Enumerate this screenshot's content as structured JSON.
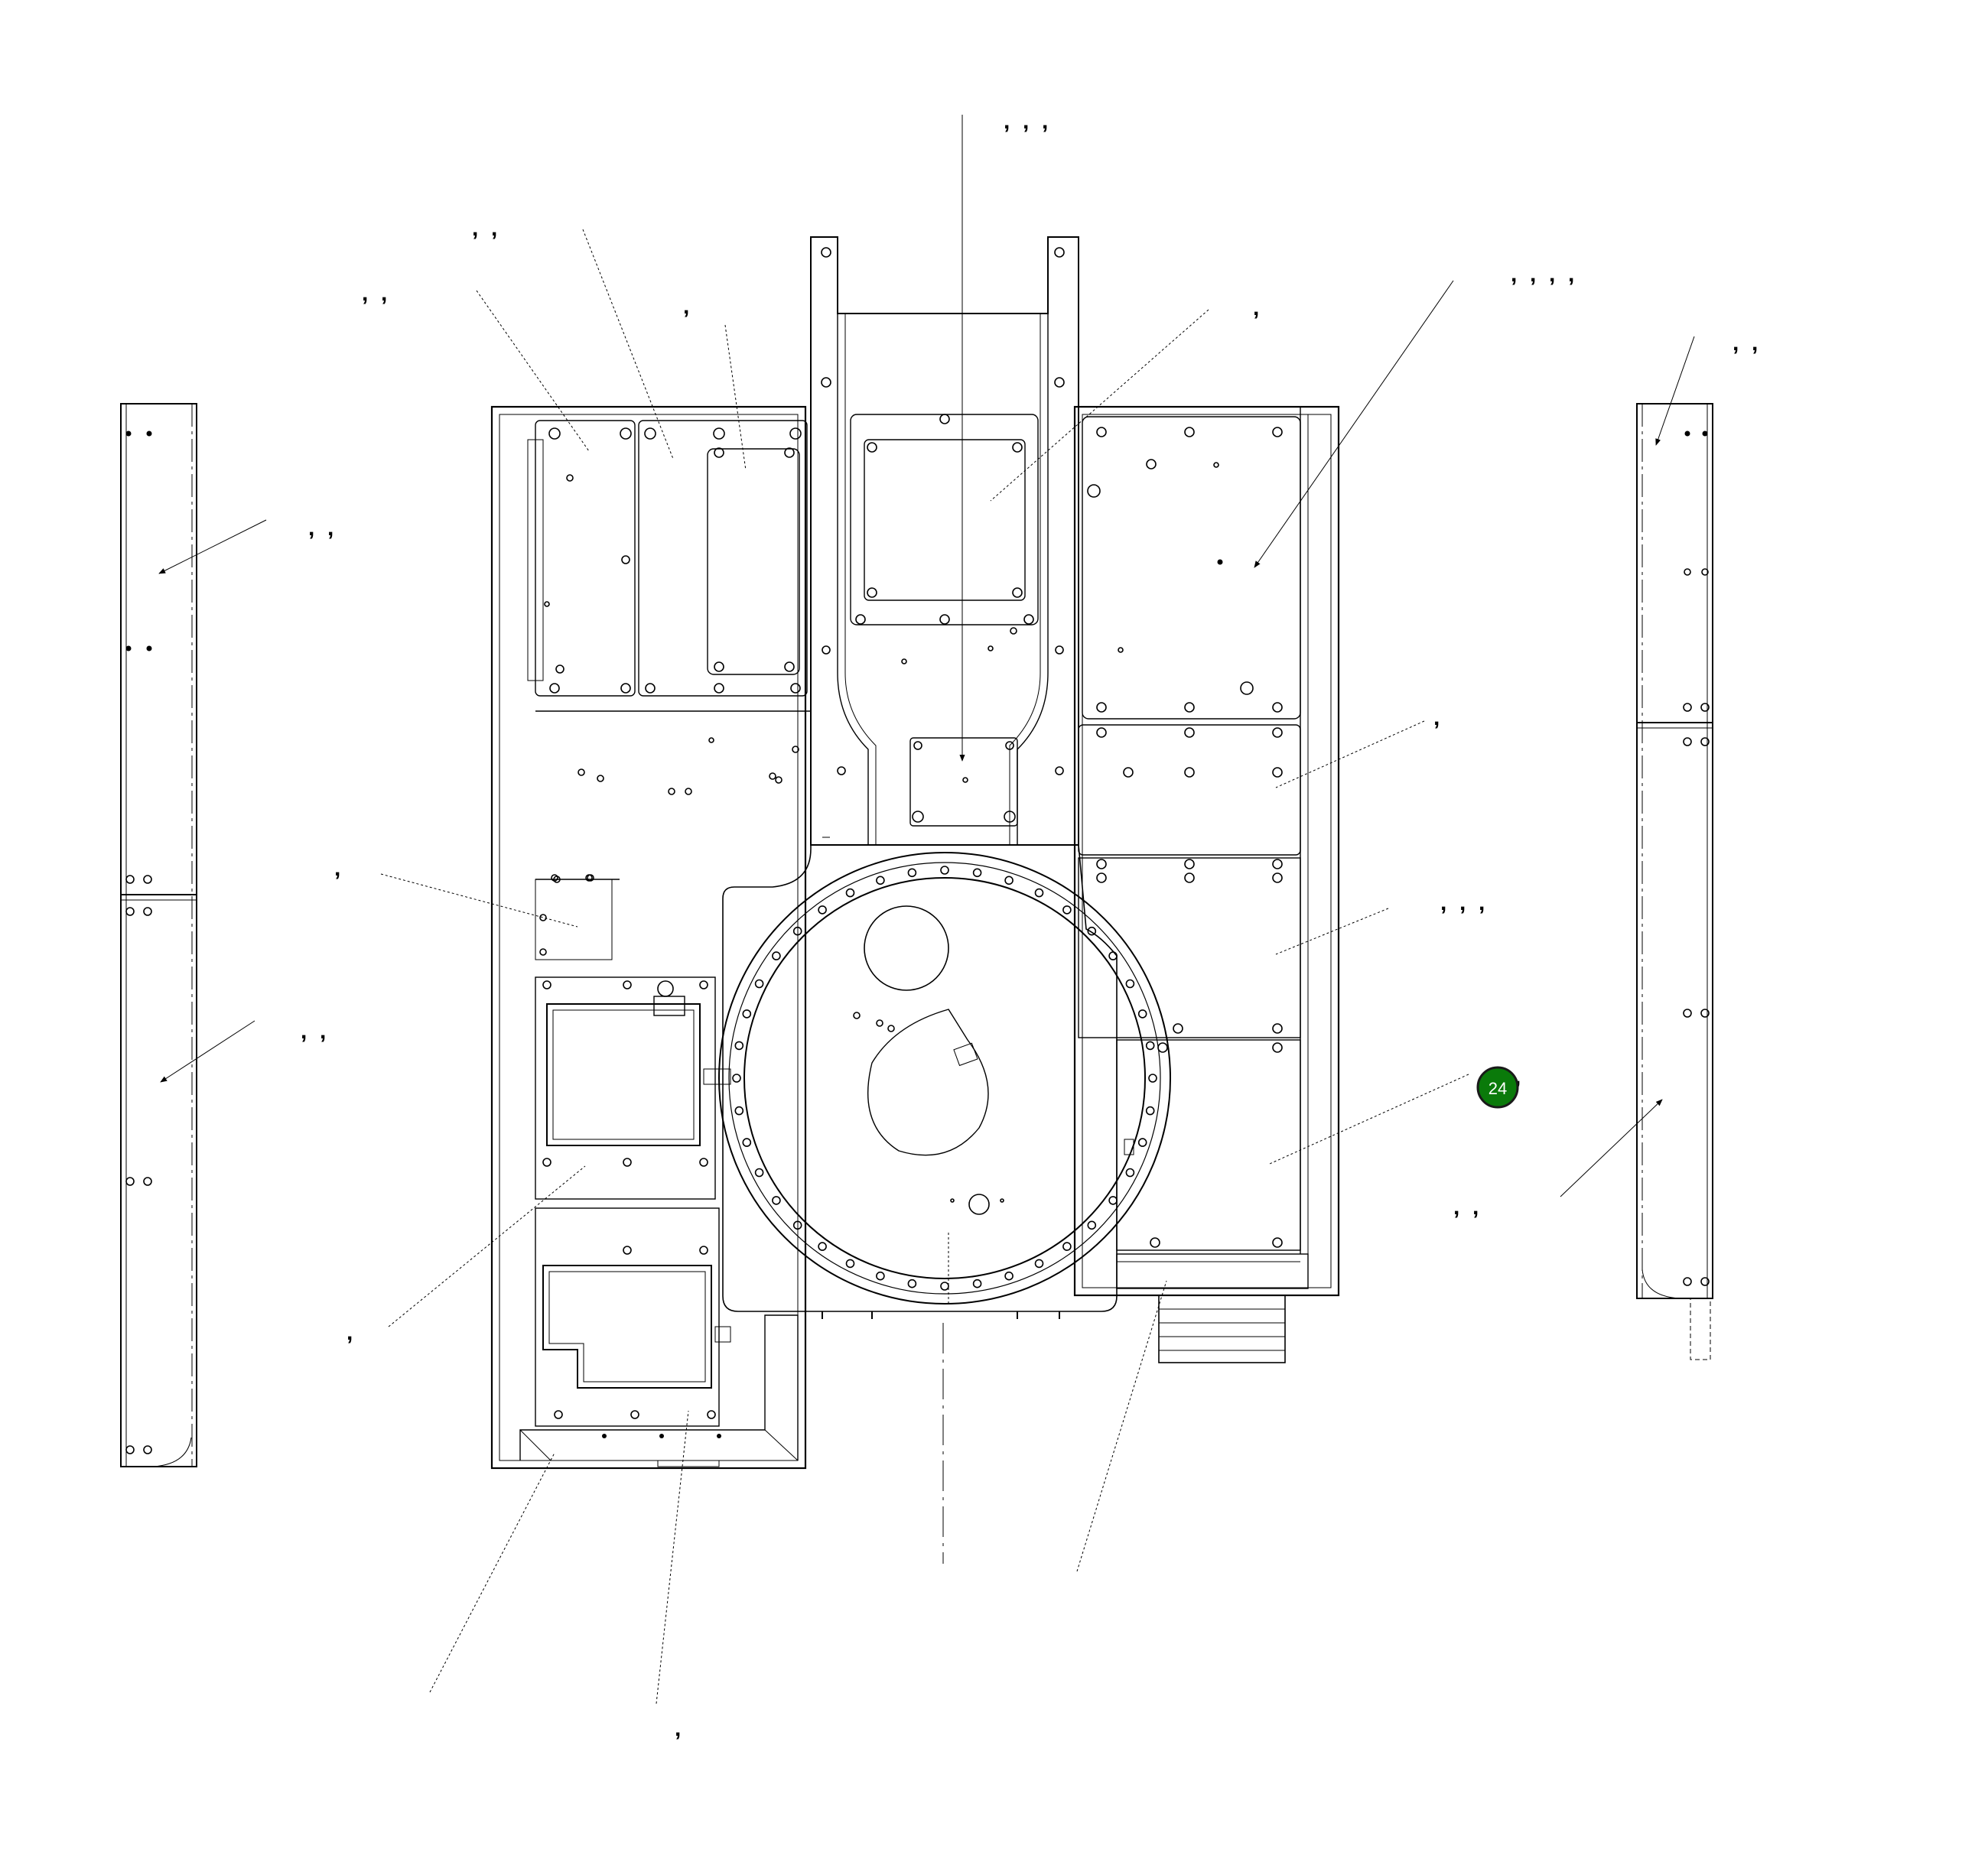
{
  "callouts": [
    {
      "id": "top-center",
      "text": ",  ,  ,"
    },
    {
      "id": "top-left-a",
      "text": ",  ,"
    },
    {
      "id": "top-left-b",
      "text": ",  ,"
    },
    {
      "id": "top-left-c",
      "text": ","
    },
    {
      "id": "top-mid-right",
      "text": ","
    },
    {
      "id": "top-right-a",
      "text": ",  ,  ,  ,"
    },
    {
      "id": "top-right-b",
      "text": ",  ,"
    },
    {
      "id": "left-upper",
      "text": ",  ,"
    },
    {
      "id": "left-lower",
      "text": ",  ,"
    },
    {
      "id": "mid-left",
      "text": ","
    },
    {
      "id": "lower-left",
      "text": ","
    },
    {
      "id": "bottom-center",
      "text": ","
    },
    {
      "id": "right-upper",
      "text": ","
    },
    {
      "id": "right-middle",
      "text": ",  ,  ,"
    },
    {
      "id": "right-lower",
      "text": ","
    },
    {
      "id": "right-bottom",
      "text": ",  ,"
    }
  ],
  "marker": {
    "label": "24",
    "color": "#0a7a0a"
  }
}
